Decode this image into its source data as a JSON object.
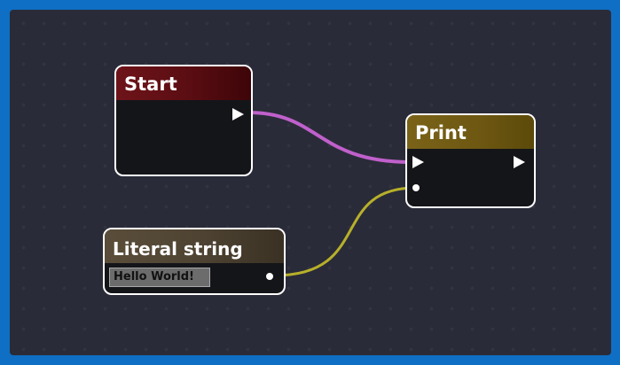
{
  "graph": {
    "colors": {
      "background": "#2a2b38",
      "frame": "#0f6fc4",
      "exec_wire": "#c060cc",
      "string_wire": "#b7b02a",
      "node_body": "#141519"
    },
    "nodes": {
      "start": {
        "title": "Start",
        "header_color": "#6e141a",
        "outputs": [
          "exec"
        ]
      },
      "print": {
        "title": "Print",
        "header_color": "#6e5812",
        "inputs": [
          "exec",
          "string"
        ],
        "outputs": [
          "exec"
        ]
      },
      "literal": {
        "title": "Literal string",
        "header_color": "#4e4332",
        "value": "Hello World!",
        "outputs": [
          "string"
        ]
      }
    },
    "connections": [
      {
        "from": "start.exec_out",
        "to": "print.exec_in",
        "kind": "exec"
      },
      {
        "from": "literal.string_out",
        "to": "print.string_in",
        "kind": "string"
      }
    ]
  }
}
